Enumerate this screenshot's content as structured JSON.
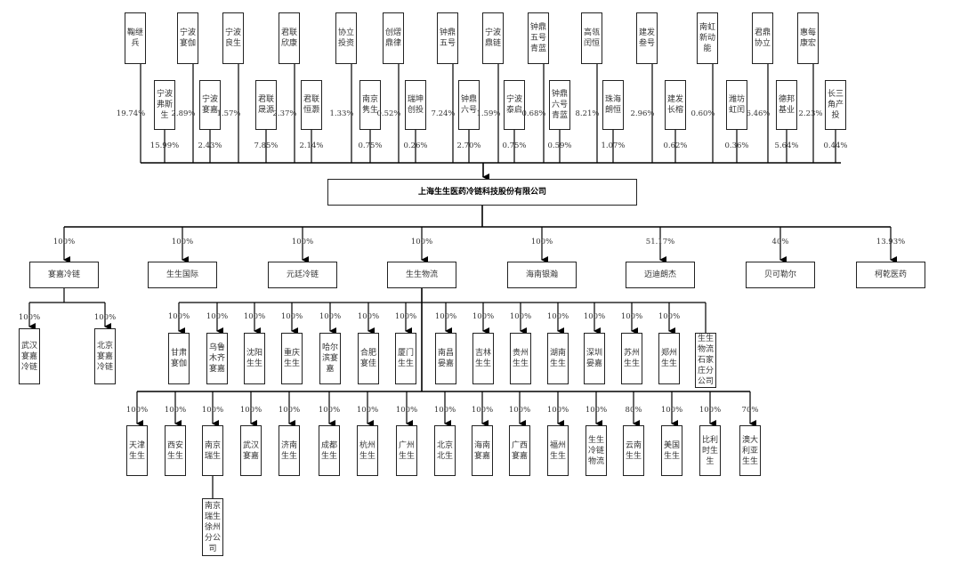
{
  "company": {
    "name": "上海生生医药冷链科技股份有限公司"
  },
  "shareholders": {
    "upper": [
      {
        "name": "鞠继兵",
        "pct": "19.74%"
      },
      {
        "name": "宁波宴伽",
        "pct": "2.89%"
      },
      {
        "name": "宁波良生",
        "pct": "1.57%"
      },
      {
        "name": "君联欣康",
        "pct": "2.37%"
      },
      {
        "name": "协立投资",
        "pct": "1.33%"
      },
      {
        "name": "创熠鼎律",
        "pct": "0.52%"
      },
      {
        "name": "钟鼎五号",
        "pct": "7.24%"
      },
      {
        "name": "宁波鼎链",
        "pct": "1.59%"
      },
      {
        "name": "钟鼎五号青蓝",
        "pct": "0.68%"
      },
      {
        "name": "高瓴闰恒",
        "pct": "8.21%"
      },
      {
        "name": "建发叁号",
        "pct": "2.96%"
      },
      {
        "name": "南虹新动能",
        "pct": "0.60%"
      },
      {
        "name": "君鼎协立",
        "pct": "6.46%"
      },
      {
        "name": "惠每康宏",
        "pct": "2.23%"
      }
    ],
    "lower": [
      {
        "name": "宁波弗斯生",
        "pct": "15.99%"
      },
      {
        "name": "宁波宴嘉",
        "pct": "2.43%"
      },
      {
        "name": "君联晟源",
        "pct": "7.85%"
      },
      {
        "name": "君联恒灏",
        "pct": "2.14%"
      },
      {
        "name": "南京隽生",
        "pct": "0.75%"
      },
      {
        "name": "瑞坤创投",
        "pct": "0.26%"
      },
      {
        "name": "钟鼎六号",
        "pct": "2.70%"
      },
      {
        "name": "宁波泰启",
        "pct": "0.75%"
      },
      {
        "name": "钟鼎六号青蓝",
        "pct": "0.59%"
      },
      {
        "name": "珠海朗恒",
        "pct": "1.07%"
      },
      {
        "name": "建发长榕",
        "pct": "0.62%"
      },
      {
        "name": "潍坊虹闰",
        "pct": "0.36%"
      },
      {
        "name": "德邦基业",
        "pct": "5.64%"
      },
      {
        "name": "长三角产投",
        "pct": "0.44%"
      }
    ]
  },
  "subsidiaries": [
    {
      "name": "宴嘉冷链",
      "pct": "100%"
    },
    {
      "name": "生生国际",
      "pct": "100%"
    },
    {
      "name": "元廷冷链",
      "pct": "100%"
    },
    {
      "name": "生生物流",
      "pct": "100%"
    },
    {
      "name": "海南银瀚",
      "pct": "100%"
    },
    {
      "name": "迈迪朗杰",
      "pct": "51.17%"
    },
    {
      "name": "贝可勒尔",
      "pct": "40%"
    },
    {
      "name": "柯乾医药",
      "pct": "13.93%"
    }
  ],
  "yanjia_children": [
    {
      "name": "武汉宴嘉冷链",
      "pct": "100%"
    },
    {
      "name": "北京宴嘉冷链",
      "pct": "100%"
    }
  ],
  "logistics_children_row1": [
    {
      "name": "甘肃宴伽",
      "pct": "100%"
    },
    {
      "name": "乌鲁木齐宴嘉",
      "pct": "100%"
    },
    {
      "name": "沈阳生生",
      "pct": "100%"
    },
    {
      "name": "重庆生生",
      "pct": "100%"
    },
    {
      "name": "哈尔滨宴嘉",
      "pct": "100%"
    },
    {
      "name": "合肥宴佳",
      "pct": "100%"
    },
    {
      "name": "厦门生生",
      "pct": "100%"
    },
    {
      "name": "南昌晏嘉",
      "pct": "100%"
    },
    {
      "name": "吉林生生",
      "pct": "100%"
    },
    {
      "name": "贵州生生",
      "pct": "100%"
    },
    {
      "name": "湖南生生",
      "pct": "100%"
    },
    {
      "name": "深圳晏嘉",
      "pct": "100%"
    },
    {
      "name": "苏州生生",
      "pct": "100%"
    },
    {
      "name": "郑州生生",
      "pct": "100%"
    },
    {
      "name": "生生物流石家庄分公司",
      "pct": ""
    }
  ],
  "logistics_children_row2": [
    {
      "name": "天津生生",
      "pct": "100%"
    },
    {
      "name": "西安生生",
      "pct": "100%"
    },
    {
      "name": "南京瑞生",
      "pct": "100%"
    },
    {
      "name": "武汉宴嘉",
      "pct": "100%"
    },
    {
      "name": "济南生生",
      "pct": "100%"
    },
    {
      "name": "成都生生",
      "pct": "100%"
    },
    {
      "name": "杭州生生",
      "pct": "100%"
    },
    {
      "name": "广州生生",
      "pct": "100%"
    },
    {
      "name": "北京北生",
      "pct": "100%"
    },
    {
      "name": "海南宴嘉",
      "pct": "100%"
    },
    {
      "name": "广西宴嘉",
      "pct": "100%"
    },
    {
      "name": "福州生生",
      "pct": "100%"
    },
    {
      "name": "生生冷链物流",
      "pct": "100%"
    },
    {
      "name": "云南生生",
      "pct": "80%"
    },
    {
      "name": "美国生生",
      "pct": "100%"
    },
    {
      "name": "比利时生生",
      "pct": "100%"
    },
    {
      "name": "澳大利亚生生",
      "pct": "70%"
    }
  ],
  "nanjing_branch": {
    "name": "南京瑞生徐州分公司"
  }
}
